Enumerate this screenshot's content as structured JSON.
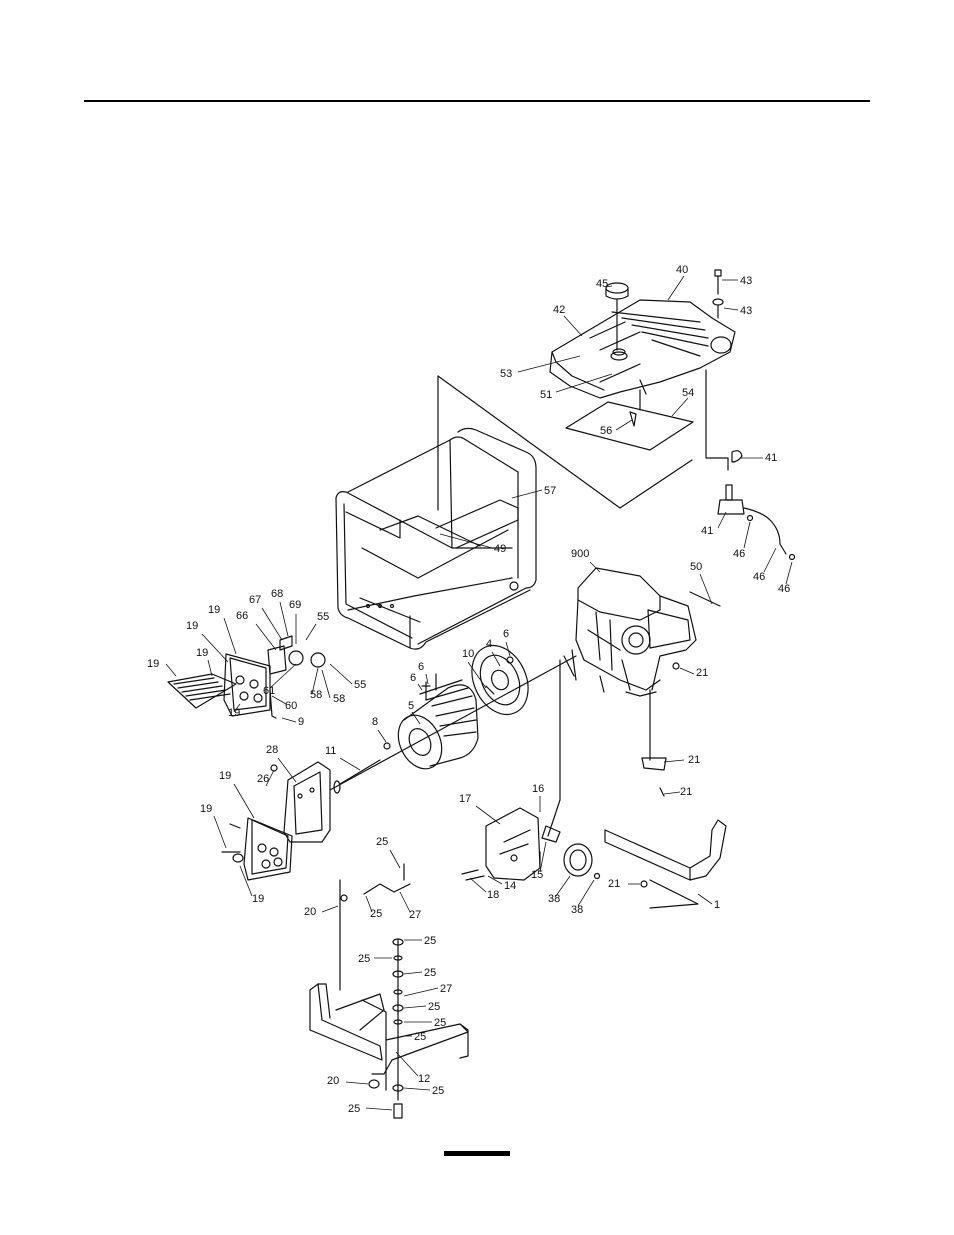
{
  "labels": [
    {
      "id": "p43a",
      "text": "43"
    },
    {
      "id": "p40",
      "text": "40"
    },
    {
      "id": "p45",
      "text": "45"
    },
    {
      "id": "p43b",
      "text": "43"
    },
    {
      "id": "p42",
      "text": "42"
    },
    {
      "id": "p53",
      "text": "53"
    },
    {
      "id": "p51",
      "text": "51"
    },
    {
      "id": "p54",
      "text": "54"
    },
    {
      "id": "p56",
      "text": "56"
    },
    {
      "id": "p41a",
      "text": "41"
    },
    {
      "id": "p57",
      "text": "57"
    },
    {
      "id": "p41b",
      "text": "41"
    },
    {
      "id": "p46a",
      "text": "46"
    },
    {
      "id": "p46b",
      "text": "46"
    },
    {
      "id": "p46c",
      "text": "46"
    },
    {
      "id": "p49",
      "text": "49"
    },
    {
      "id": "p900",
      "text": "900"
    },
    {
      "id": "p50",
      "text": "50"
    },
    {
      "id": "p68",
      "text": "68"
    },
    {
      "id": "p67",
      "text": "67"
    },
    {
      "id": "p69",
      "text": "69"
    },
    {
      "id": "p55a",
      "text": "55"
    },
    {
      "id": "p66",
      "text": "66"
    },
    {
      "id": "p19a",
      "text": "19"
    },
    {
      "id": "p19b",
      "text": "19"
    },
    {
      "id": "p19c",
      "text": "19"
    },
    {
      "id": "p19d",
      "text": "19"
    },
    {
      "id": "p6a",
      "text": "6"
    },
    {
      "id": "p6b",
      "text": "6"
    },
    {
      "id": "p10",
      "text": "10"
    },
    {
      "id": "p6c",
      "text": "6"
    },
    {
      "id": "p4",
      "text": "4"
    },
    {
      "id": "p21a",
      "text": "21"
    },
    {
      "id": "p61",
      "text": "61"
    },
    {
      "id": "p58a",
      "text": "58"
    },
    {
      "id": "p58b",
      "text": "58"
    },
    {
      "id": "p55b",
      "text": "55"
    },
    {
      "id": "p19e",
      "text": "19"
    },
    {
      "id": "p60",
      "text": "60"
    },
    {
      "id": "p5",
      "text": "5"
    },
    {
      "id": "p9",
      "text": "9"
    },
    {
      "id": "p8",
      "text": "8"
    },
    {
      "id": "p28",
      "text": "28"
    },
    {
      "id": "p11",
      "text": "11"
    },
    {
      "id": "p21b",
      "text": "21"
    },
    {
      "id": "p21c",
      "text": "21"
    },
    {
      "id": "p19f",
      "text": "19"
    },
    {
      "id": "p26",
      "text": "26"
    },
    {
      "id": "p16",
      "text": "16"
    },
    {
      "id": "p17",
      "text": "17"
    },
    {
      "id": "p19g",
      "text": "19"
    },
    {
      "id": "p25a",
      "text": "25"
    },
    {
      "id": "p15",
      "text": "15"
    },
    {
      "id": "p14",
      "text": "14"
    },
    {
      "id": "p18",
      "text": "18"
    },
    {
      "id": "p38a",
      "text": "38"
    },
    {
      "id": "p38b",
      "text": "38"
    },
    {
      "id": "p21d",
      "text": "21"
    },
    {
      "id": "p1",
      "text": "1"
    },
    {
      "id": "p19h",
      "text": "19"
    },
    {
      "id": "p20a",
      "text": "20"
    },
    {
      "id": "p25b",
      "text": "25"
    },
    {
      "id": "p27a",
      "text": "27"
    },
    {
      "id": "p25c",
      "text": "25"
    },
    {
      "id": "p25d",
      "text": "25"
    },
    {
      "id": "p25e",
      "text": "25"
    },
    {
      "id": "p27b",
      "text": "27"
    },
    {
      "id": "p25f",
      "text": "25"
    },
    {
      "id": "p25g",
      "text": "25"
    },
    {
      "id": "p25h",
      "text": "25"
    },
    {
      "id": "p12",
      "text": "12"
    },
    {
      "id": "p20b",
      "text": "20"
    },
    {
      "id": "p25i",
      "text": "25"
    },
    {
      "id": "p25j",
      "text": "25"
    }
  ]
}
